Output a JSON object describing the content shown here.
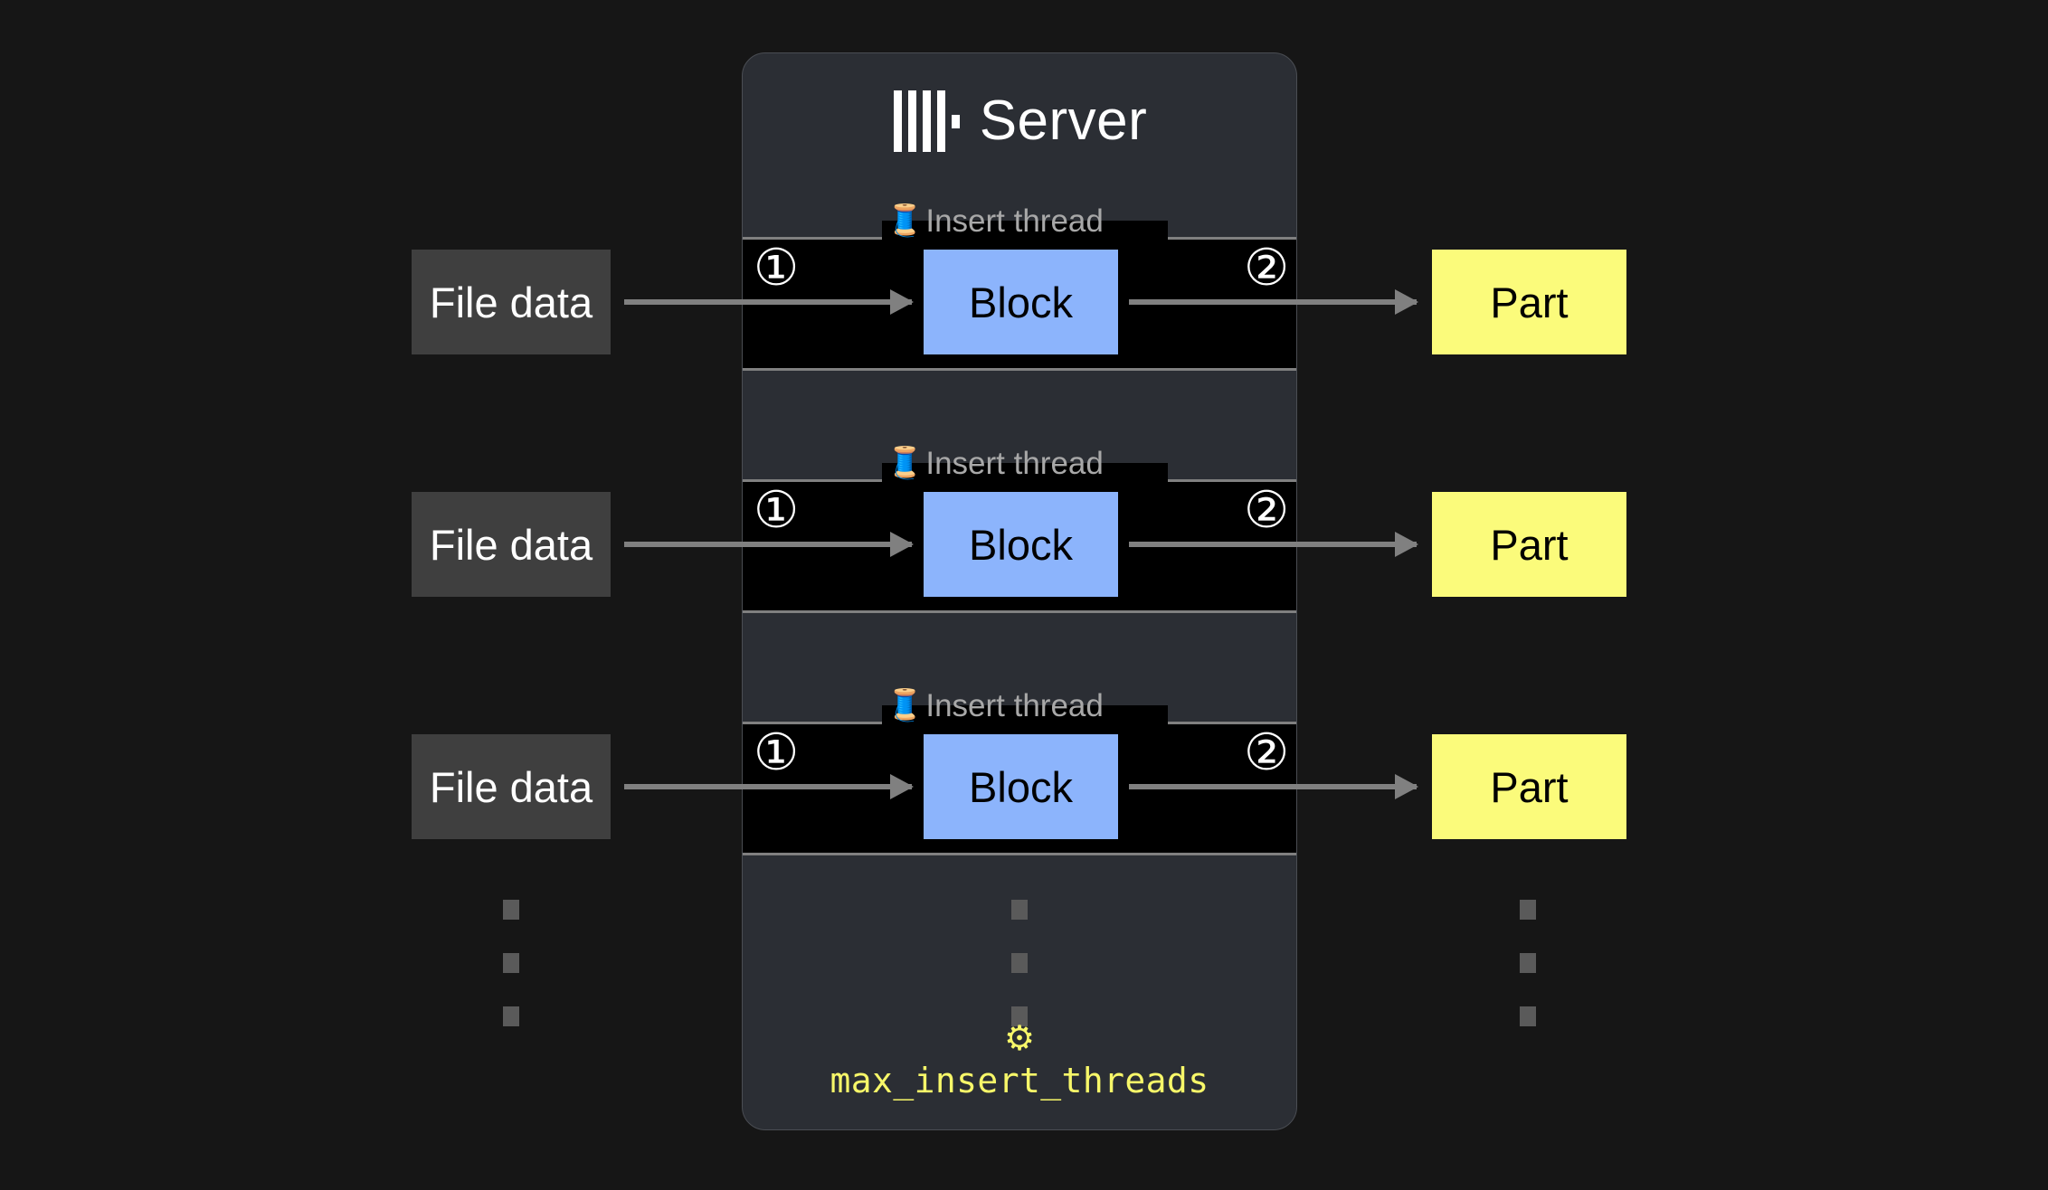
{
  "background_color": "#161616",
  "server": {
    "title": "Server",
    "logo_icon": "clickhouse-logo-icon",
    "panel_color": "#2b2e34",
    "border_color": "#4a4d53"
  },
  "lanes": [
    {
      "thread_label": "Insert thread",
      "thread_icon": "thread-spool-icon",
      "step_in": "①",
      "step_out": "②",
      "source_label": "File data",
      "middle_label": "Block",
      "target_label": "Part"
    },
    {
      "thread_label": "Insert thread",
      "thread_icon": "thread-spool-icon",
      "step_in": "①",
      "step_out": "②",
      "source_label": "File data",
      "middle_label": "Block",
      "target_label": "Part"
    },
    {
      "thread_label": "Insert thread",
      "thread_icon": "thread-spool-icon",
      "step_in": "①",
      "step_out": "②",
      "source_label": "File data",
      "middle_label": "Block",
      "target_label": "Part"
    }
  ],
  "ellipsis": {
    "icon": "vertical-ellipsis-icon",
    "dot_count": 3
  },
  "setting": {
    "gear_icon": "⚙",
    "name": "max_insert_threads",
    "color": "#f7f769"
  },
  "colors": {
    "file_data_box": "#3f3f3f",
    "block_box": "#8cb4fc",
    "part_box": "#fbfb7b",
    "arrow": "#808080",
    "lane_fill": "#000000",
    "lane_border": "#808080",
    "thread_label_text": "#a8a8a8"
  }
}
